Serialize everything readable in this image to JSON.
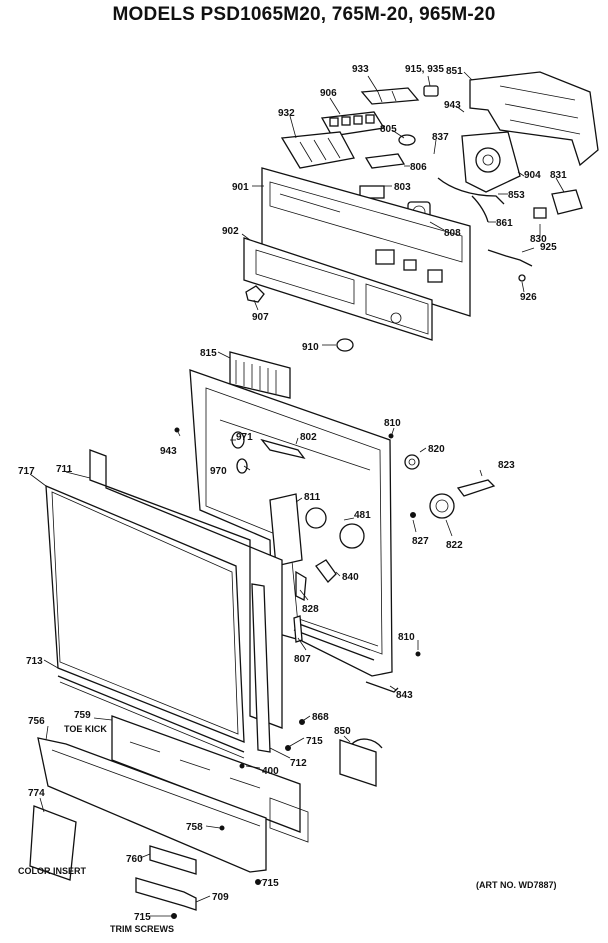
{
  "title": "MODELS PSD1065M20, 765M-20, 965M-20",
  "art_number": "(ART NO. WD7887)",
  "captions": {
    "toe_kick": "TOE KICK",
    "color_insert": "COLOR INSERT",
    "trim_screws": "TRIM SCREWS"
  },
  "callouts": [
    "933",
    "915, 935",
    "851",
    "906",
    "943",
    "932",
    "805",
    "837",
    "806",
    "904",
    "901",
    "803",
    "853",
    "831",
    "861",
    "808",
    "830",
    "925",
    "902",
    "926",
    "907",
    "910",
    "815",
    "810",
    "943",
    "971",
    "802",
    "820",
    "823",
    "970",
    "717",
    "711",
    "811",
    "481",
    "827",
    "822",
    "840",
    "828",
    "810",
    "713",
    "807",
    "843",
    "756",
    "759",
    "868",
    "850",
    "715",
    "712",
    "400",
    "774",
    "758",
    "760",
    "715",
    "709",
    "715"
  ]
}
